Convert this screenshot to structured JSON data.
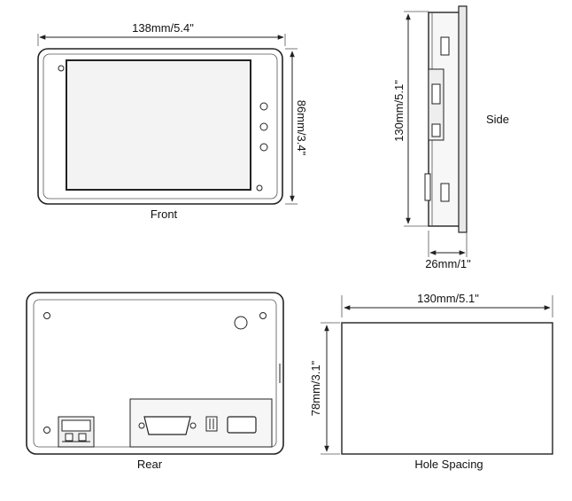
{
  "views": {
    "front": {
      "label": "Front",
      "width_dim": "138mm/5.4\"",
      "height_dim": "86mm/3.4\""
    },
    "side": {
      "label": "Side",
      "height_dim": "130mm/5.1\"",
      "depth_dim": "26mm/1\""
    },
    "rear": {
      "label": "Rear"
    },
    "hole": {
      "label": "Hole Spacing",
      "width_dim": "130mm/5.1\"",
      "height_dim": "78mm/3.1\""
    }
  },
  "colors": {
    "line": "#222222",
    "fill_light": "#f2f2f2",
    "fill_mid": "#e6e6e6"
  }
}
